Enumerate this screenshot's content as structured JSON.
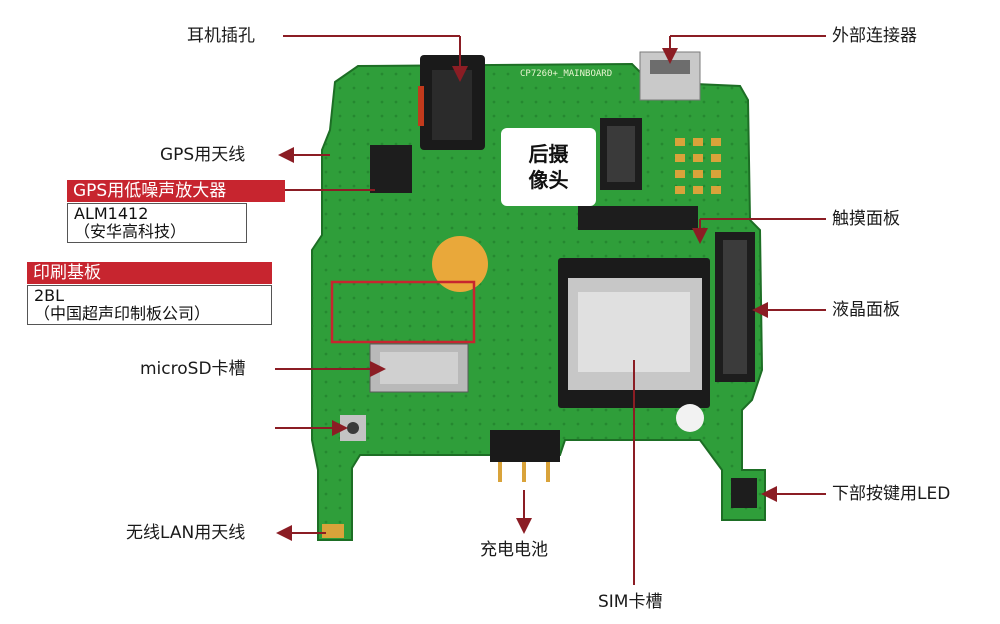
{
  "labels": {
    "earphone_jack": "耳机插孔",
    "external_connector": "外部连接器",
    "gps_antenna": "GPS用天线",
    "gps_lna": "GPS用低噪声放大器",
    "gps_lna_part": "ALM1412",
    "gps_lna_maker": "（安华高科技）",
    "rear_camera_line1": "后摄",
    "rear_camera_line2": "像头",
    "touch_panel": "触摸面板",
    "pcb": "印刷基板",
    "pcb_part": "2BL",
    "pcb_maker": "（中国超声印制板公司）",
    "lcd_panel": "液晶面板",
    "microsd_slot": "microSD卡槽",
    "bottom_key_led": "下部按键用LED",
    "wlan_antenna": "无线LAN用天线",
    "charge_battery": "充电电池",
    "sim_slot": "SIM卡槽"
  },
  "board_silkscreen": "CP7260+_MAINBOARD",
  "colors": {
    "board_green": "#2f9e3a",
    "annotation_red": "#c7252f",
    "leader_line": "#8b1d24"
  }
}
